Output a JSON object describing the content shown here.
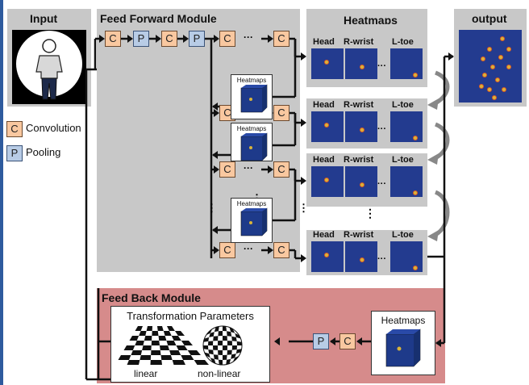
{
  "input": {
    "title": "Input"
  },
  "feed_forward": {
    "title": "Feed Forward Module",
    "heatmaps_label": "Heatmaps"
  },
  "heatmaps_panel": {
    "title": "Heatmaps",
    "labels": [
      "Head",
      "R-wrist",
      "L-toe"
    ]
  },
  "output": {
    "title": "output"
  },
  "legend": [
    {
      "letter": "C",
      "text": "Convolution"
    },
    {
      "letter": "P",
      "text": "Pooling"
    }
  ],
  "blocks": {
    "conv_letter": "C",
    "pool_letter": "P",
    "ellipsis": "···",
    "vdots": "⋮"
  },
  "feed_back": {
    "title": "Feed Back Module",
    "transform_title": "Transformation Parameters",
    "linear": "linear",
    "nonlinear": "non-linear",
    "heatmaps_label": "Heatmaps"
  }
}
